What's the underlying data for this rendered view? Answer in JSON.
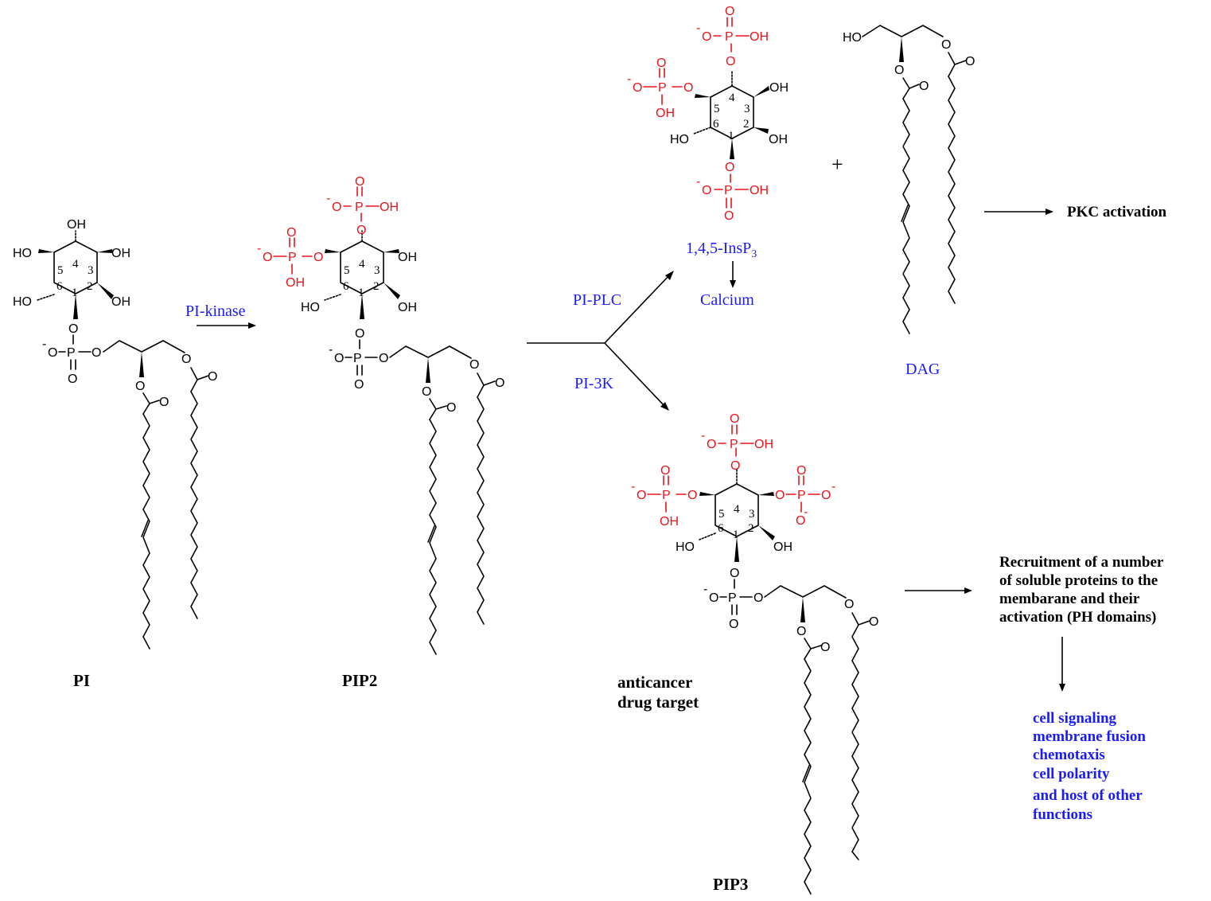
{
  "labels": {
    "pi": "PI",
    "pip2": "PIP2",
    "pip3": "PIP3",
    "anticancer_line1": "anticancer",
    "anticancer_line2": "drug target",
    "pkc": "PKC activation",
    "plus": "+",
    "recruit_line1": "Recruitment of a number",
    "recruit_line2": "of soluble proteins to the",
    "recruit_line3": "membarane and their",
    "recruit_line4": "activation (PH domains)"
  },
  "enzymes": {
    "pi_kinase": "PI-kinase",
    "pi_plc": "PI-PLC",
    "pi_3k": "PI-3K"
  },
  "products": {
    "insp3_main": "1,4,5-InsP",
    "insp3_sub": "3",
    "calcium": "Calcium",
    "dag": "DAG"
  },
  "functions": [
    "cell signaling",
    "membrane fusion",
    "chemotaxis",
    "cell polarity",
    "and host of other",
    "functions"
  ],
  "atoms": {
    "oh": "OH",
    "ho": "HO",
    "o": "O",
    "p": "P",
    "minus": "-"
  },
  "ring_numbers": [
    "1",
    "2",
    "3",
    "4",
    "5",
    "6"
  ],
  "colors": {
    "phosphate": "#e8141b",
    "enzyme_text": "#1a1aff",
    "structure": "#000000"
  }
}
